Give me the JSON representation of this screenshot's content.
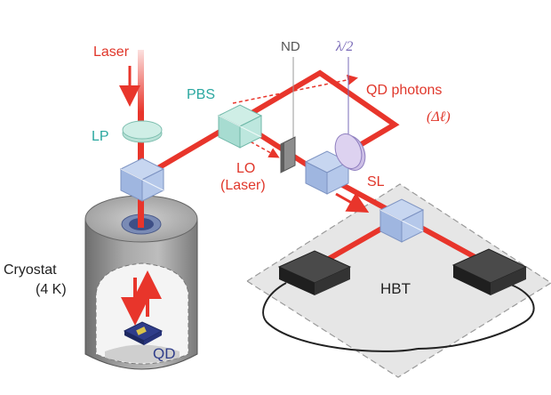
{
  "labels": {
    "laser": "Laser",
    "lp": "LP",
    "pbs": "PBS",
    "nd": "ND",
    "half_wave": "λ/2",
    "qd_photons": "QD photons",
    "delta_l": "(Δℓ)",
    "lo": "LO",
    "lo_laser": "(Laser)",
    "sl": "SL",
    "hbt": "HBT",
    "cryostat": "Cryostat",
    "cryostat_temp": "(4 K)",
    "qd": "QD"
  },
  "colors": {
    "beam_red": "#e8352b",
    "label_red": "#e0372b",
    "label_teal": "#2aa7a0",
    "label_purple": "#7a6bb8",
    "label_dark": "#333333",
    "cube_blue": "#a9c1e6",
    "cube_teal": "#b7e3dc",
    "waveplate_purple": "#c9bde3",
    "table_gray": "#e6e6e6",
    "cryostat_gray": "#8a8a8a",
    "detector_dark": "#2b2b2b"
  }
}
